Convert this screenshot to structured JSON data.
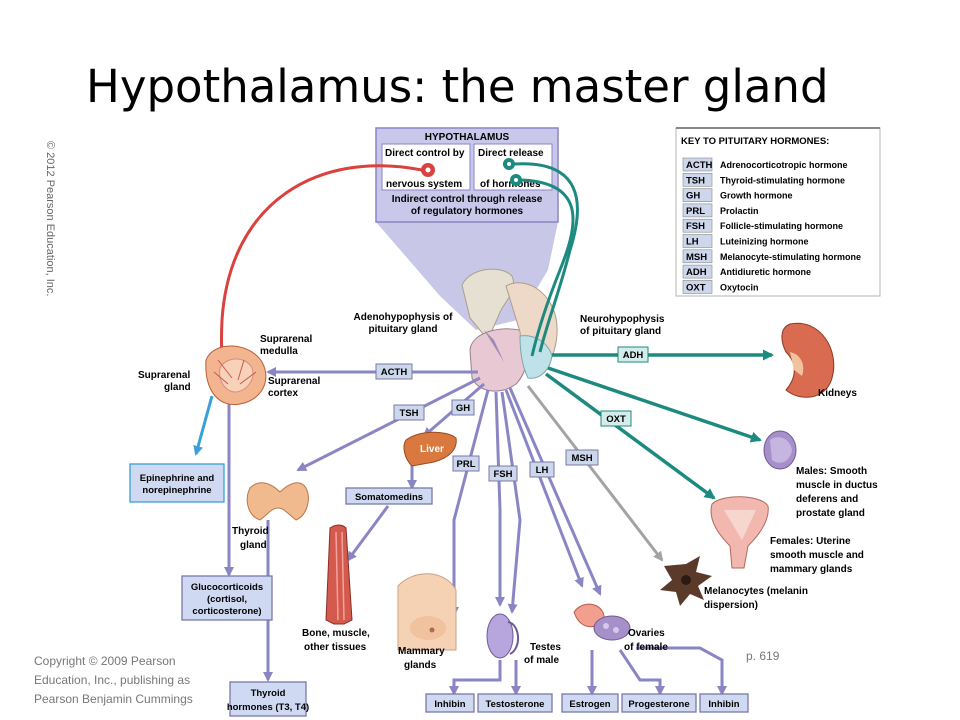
{
  "title": "Hypothalamus: the master gland",
  "side_copyright": "© 2012 Pearson Education, Inc.",
  "footer_copyright": "Copyright © 2009 Pearson Education, Inc., publishing as Pearson Benjamin Cummings",
  "page_ref": "p. 619",
  "hypothalamus": {
    "heading": "HYPOTHALAMUS",
    "left_box": [
      "Direct control by",
      "nervous system"
    ],
    "right_box": [
      "Direct release",
      "of hormones"
    ],
    "indirect": [
      "Indirect control through release",
      "of regulatory hormones"
    ]
  },
  "key": {
    "heading": "KEY TO PITUITARY HORMONES:",
    "items": [
      {
        "abbr": "ACTH",
        "name": "Adrenocorticotropic hormone"
      },
      {
        "abbr": "TSH",
        "name": "Thyroid-stimulating hormone"
      },
      {
        "abbr": "GH",
        "name": "Growth hormone"
      },
      {
        "abbr": "PRL",
        "name": "Prolactin"
      },
      {
        "abbr": "FSH",
        "name": "Follicle-stimulating hormone"
      },
      {
        "abbr": "LH",
        "name": "Luteinizing hormone"
      },
      {
        "abbr": "MSH",
        "name": "Melanocyte-stimulating hormone"
      },
      {
        "abbr": "ADH",
        "name": "Antidiuretic hormone"
      },
      {
        "abbr": "OXT",
        "name": "Oxytocin"
      }
    ]
  },
  "labels": {
    "adeno": [
      "Adenohypophysis of",
      "pituitary gland"
    ],
    "neuro": [
      "Neurohypophysis",
      "of pituitary gland"
    ],
    "supra_medulla": [
      "Suprarenal",
      "medulla"
    ],
    "supra_gland": [
      "Suprarenal",
      "gland"
    ],
    "supra_cortex": [
      "Suprarenal",
      "cortex"
    ],
    "kidneys": "Kidneys",
    "males": [
      "Males: Smooth",
      "muscle in ductus",
      "deferens and",
      "prostate gland"
    ],
    "females": [
      "Females: Uterine",
      "smooth muscle and",
      "mammary glands"
    ],
    "melanocytes": [
      "Melanocytes (melanin",
      "dispersion)"
    ],
    "liver": "Liver",
    "thyroid": [
      "Thyroid",
      "gland"
    ],
    "bone": [
      "Bone, muscle,",
      "other tissues"
    ],
    "mammary": [
      "Mammary",
      "glands"
    ],
    "testes": [
      "Testes",
      "of male"
    ],
    "ovaries": [
      "Ovaries",
      "of female"
    ]
  },
  "hormone_tags": {
    "acth": "ACTH",
    "tsh": "TSH",
    "gh": "GH",
    "prl": "PRL",
    "fsh": "FSH",
    "lh": "LH",
    "msh": "MSH",
    "adh": "ADH",
    "oxt": "OXT"
  },
  "product_boxes": {
    "epinephrine": [
      "Epinephrine and",
      "norepinephrine"
    ],
    "somatomedins": "Somatomedins",
    "glucocorticoids": [
      "Glucocorticoids",
      "(cortisol,",
      "corticosterone)"
    ],
    "thyroid_hormones": [
      "Thyroid",
      "hormones (T3, T4)"
    ],
    "inhibin_m": "Inhibin",
    "testosterone": "Testosterone",
    "estrogen": "Estrogen",
    "progesterone": "Progesterone",
    "inhibin_f": "Inhibin"
  },
  "colors": {
    "purple": "#8a86c4",
    "teal": "#1d8a80",
    "red": "#d9423f",
    "gray": "#a3a3a3",
    "blue": "#3aa0d8",
    "tag_fill": "#ccd7ec",
    "product_fill": "#cfd9f1"
  }
}
